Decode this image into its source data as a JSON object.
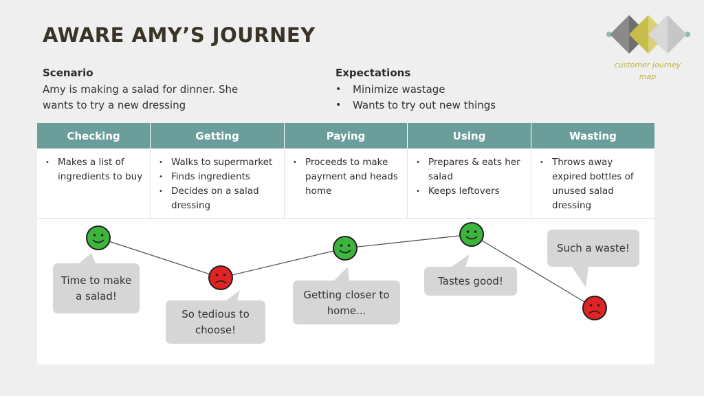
{
  "title": "AWARE AMY’S JOURNEY",
  "logo": {
    "caption_line1": "customer journey",
    "caption_line2": "map"
  },
  "scenario": {
    "heading": "Scenario",
    "line1": "Amy is making a salad for dinner. She",
    "line2": "wants to try a new dressing"
  },
  "expectations": {
    "heading": "Expectations",
    "items": [
      "Minimize wastage",
      "Wants to try out new things"
    ]
  },
  "stages": [
    {
      "name": "Checking",
      "items": [
        [
          "Makes a list of",
          "ingredients to buy"
        ]
      ],
      "emotion": "happy",
      "bubble": [
        "Time to make",
        "a salad!"
      ]
    },
    {
      "name": "Getting",
      "items": [
        [
          "Walks to supermarket"
        ],
        [
          "Finds ingredients"
        ],
        [
          "Decides on a salad",
          "dressing"
        ]
      ],
      "emotion": "sad",
      "bubble": [
        "So tedious to",
        "choose!"
      ]
    },
    {
      "name": "Paying",
      "items": [
        [
          "Proceeds to make",
          "payment and heads",
          "home"
        ]
      ],
      "emotion": "happy",
      "bubble": [
        "Getting closer to",
        "home..."
      ]
    },
    {
      "name": "Using",
      "items": [
        [
          "Prepares & eats her",
          "salad"
        ],
        [
          "Keeps leftovers"
        ]
      ],
      "emotion": "happy",
      "bubble": [
        "Tastes good!"
      ]
    },
    {
      "name": "Wasting",
      "items": [
        [
          "Throws away",
          "expired bottles of",
          "unused salad",
          "dressing"
        ]
      ],
      "emotion": "sad",
      "bubble": [
        "Such a waste!"
      ]
    }
  ],
  "colors": {
    "header": "#6b9e9b",
    "happy": "#3db53d",
    "sad": "#e02424",
    "bubble": "#d6d6d6",
    "logo_accent": "#bdb33a"
  }
}
